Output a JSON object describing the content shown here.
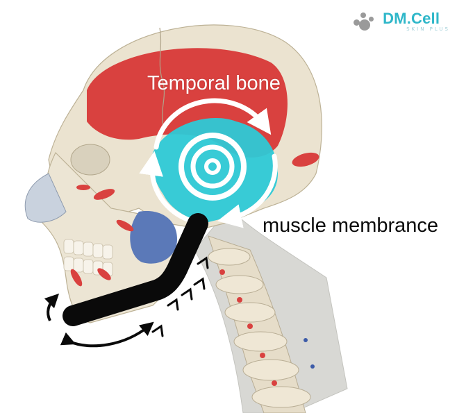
{
  "labels": {
    "temporal_bone": "Temporal bone",
    "muscle_membrance": "muscle membrance"
  },
  "logo": {
    "name": "DM.Cell",
    "subtitle": "SKIN PLUS"
  },
  "colors": {
    "muscle_red": "#d9413f",
    "temporal_highlight": "#2ec9d6",
    "bone": "#ece5d4",
    "device": "#0a0a0a",
    "logo_accent": "#2fb7c9"
  }
}
